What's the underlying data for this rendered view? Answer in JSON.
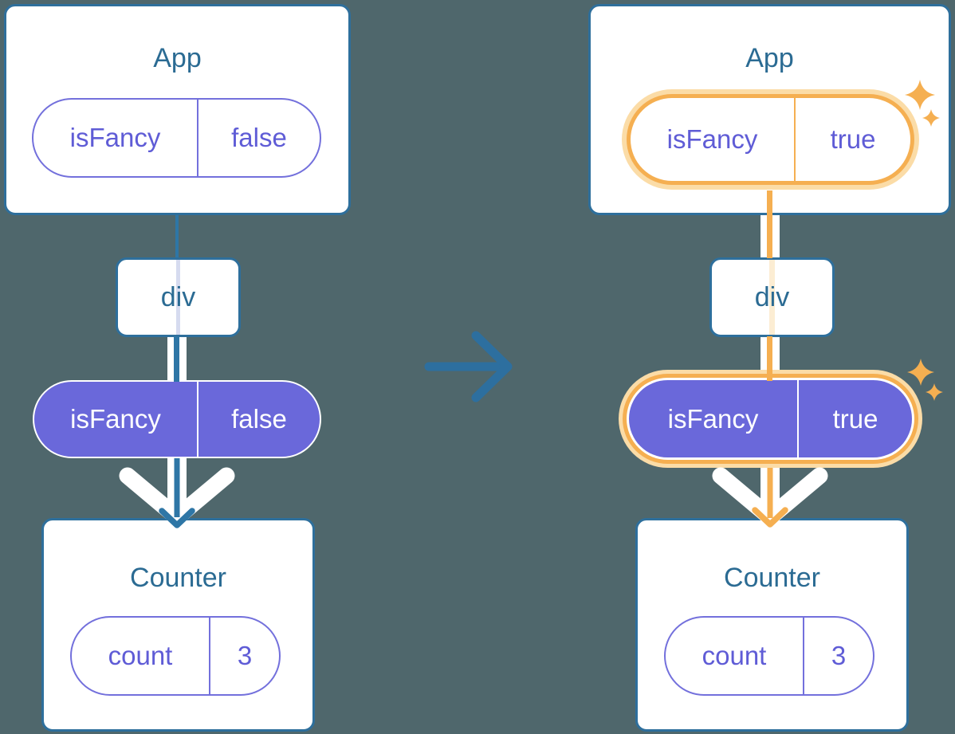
{
  "colors": {
    "background": "#4F676C",
    "card_border": "#2E6F9C",
    "title_text": "#2B6B93",
    "purple": "#6A68DA",
    "purple_border": "#7370DC",
    "purple_text": "#5F5CD6",
    "orange": "#F5AF51",
    "orange_halo": "#FBDCA7",
    "orange_pale": "#FCEDD3",
    "lavender_pale": "#D6DBEF",
    "line_blue": "#2E76A6",
    "arrow_blue": "#2D6F9F",
    "white": "#FFFFFF"
  },
  "icons": {
    "transition": "arrow-right-icon",
    "pass_down": "chevron-down-icon",
    "highlight": "sparkles-icon"
  },
  "before": {
    "app": {
      "title": "App",
      "state": {
        "name": "isFancy",
        "value": "false"
      }
    },
    "container": {
      "label": "div"
    },
    "prop": {
      "name": "isFancy",
      "value": "false"
    },
    "counter": {
      "title": "Counter",
      "state": {
        "name": "count",
        "value": "3"
      }
    }
  },
  "after": {
    "app": {
      "title": "App",
      "state": {
        "name": "isFancy",
        "value": "true"
      }
    },
    "container": {
      "label": "div"
    },
    "prop": {
      "name": "isFancy",
      "value": "true"
    },
    "counter": {
      "title": "Counter",
      "state": {
        "name": "count",
        "value": "3"
      }
    }
  }
}
